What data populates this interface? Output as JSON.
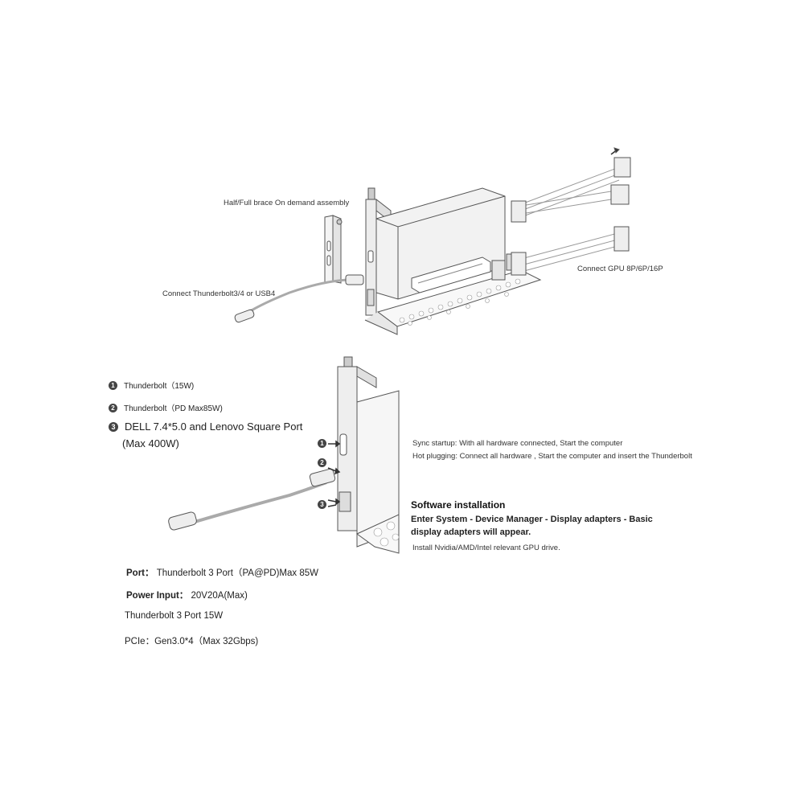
{
  "top_diagram": {
    "brace_label": "Half/Full brace On demand assembly",
    "cable_label": "Connect Thunderbolt3/4 or USB4",
    "gpu_power_label": "Connect GPU 8P/6P/16P"
  },
  "ports": [
    {
      "num": "1",
      "label": "Thunderbolt（15W)"
    },
    {
      "num": "2",
      "label": "Thunderbolt（PD Max85W)"
    },
    {
      "num": "3",
      "label_line1": "DELL 7.4*5.0 and Lenovo Square Port",
      "label_line2": "(Max 400W)"
    }
  ],
  "notes": {
    "sync": "Sync startup: With all hardware connected, Start the computer",
    "hot": "Hot plugging: Connect all hardware , Start the computer and insert the Thunderbolt"
  },
  "software": {
    "title": "Software installation",
    "text": "Enter System - Device Manager - Display adapters - Basic display adapters will appear.",
    "small": "Install Nvidia/AMD/Intel relevant GPU drive."
  },
  "specs": {
    "port_key": "Port：",
    "port_val": "Thunderbolt 3 Port（PA@PD)Max 85W",
    "power_key": "Power Input：",
    "power_val": "20V20A(Max)",
    "tb_line": "Thunderbolt 3 Port   15W",
    "pcie_line": "PCIe：Gen3.0*4（Max 32Gbps)"
  },
  "callouts": [
    "1",
    "2",
    "3"
  ]
}
